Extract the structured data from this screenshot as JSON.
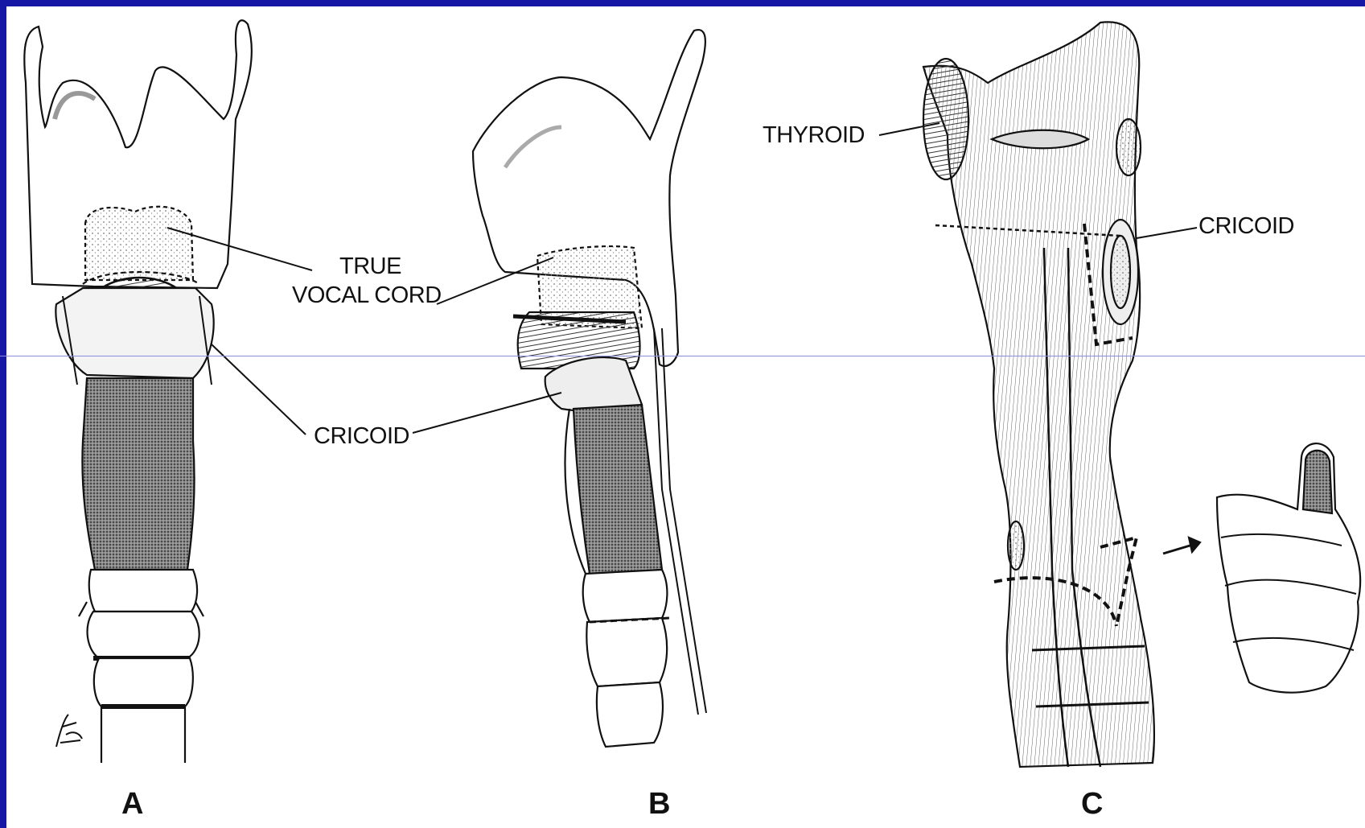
{
  "labels": {
    "true_vocal_cord_line1": "TRUE",
    "true_vocal_cord_line2": "VOCAL CORD",
    "cricoid_a": "CRICOID",
    "thyroid": "THYROID",
    "cricoid_c": "CRICOID"
  },
  "panels": {
    "a": "A",
    "b": "B",
    "c": "C"
  },
  "colors": {
    "frame": "#1717a6",
    "ink": "#111111",
    "shade": "#555555"
  }
}
